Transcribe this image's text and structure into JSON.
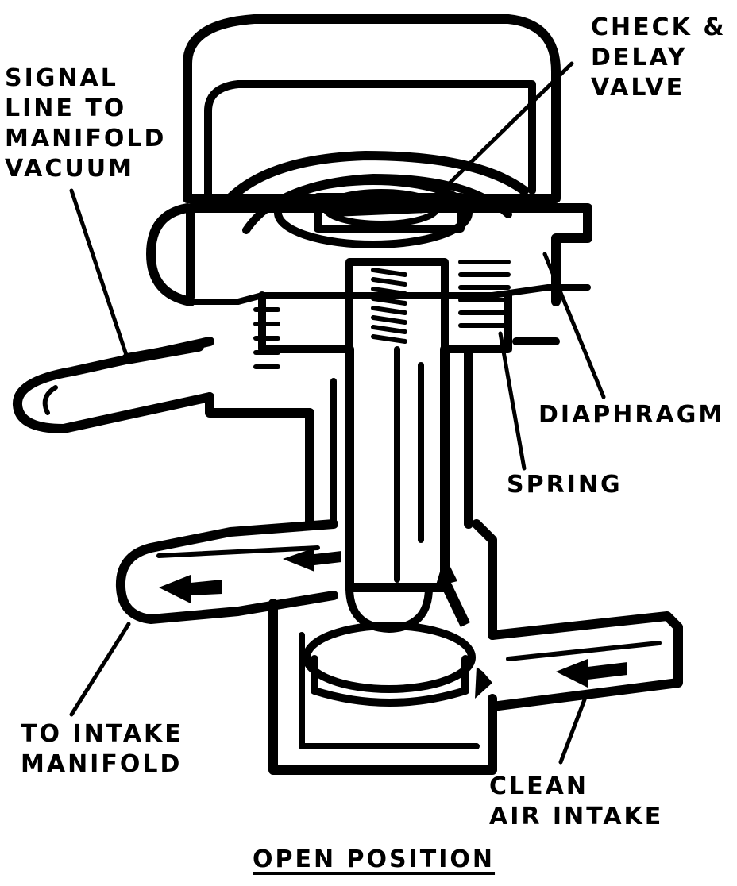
{
  "labels": {
    "signal_line": [
      "SIGNAL",
      "LINE TO",
      "MANIFOLD",
      "VACUUM"
    ],
    "check_delay_valve": [
      "CHECK &",
      "DELAY",
      "VALVE"
    ],
    "diaphragm": "DIAPHRAGM",
    "spring": "SPRING",
    "to_intake_manifold": [
      "TO INTAKE",
      "MANIFOLD"
    ],
    "clean_air_intake": [
      "CLEAN",
      "AIR INTAKE"
    ],
    "caption": "OPEN POSITION"
  },
  "colors": {
    "ink": "#000000",
    "paper": "#ffffff"
  }
}
